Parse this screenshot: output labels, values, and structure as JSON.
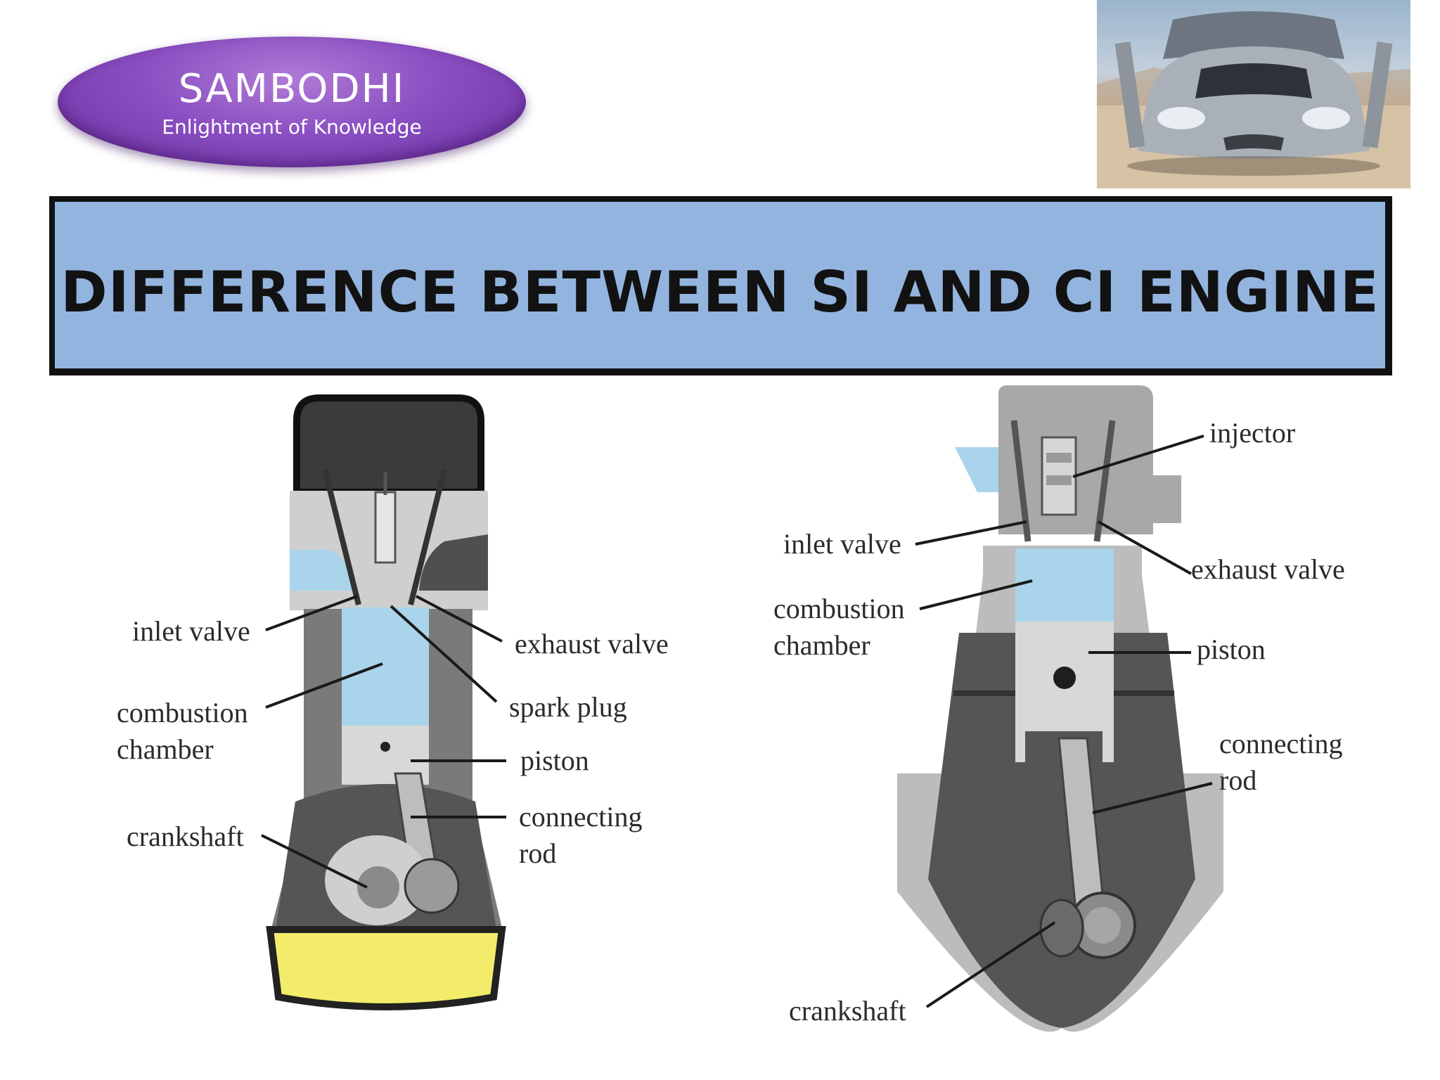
{
  "logo": {
    "title": "SAMBODHI",
    "subtitle": "Enlightment of Knowledge",
    "colors": {
      "fill": "#8a4fc2",
      "text": "#ffffff"
    }
  },
  "photo": {
    "subject": "silver sports car front view, doors open",
    "icon": "car-photo"
  },
  "banner": {
    "title": "DIFFERENCE BETWEEN SI AND CI ENGINE",
    "background": "#93b4df"
  },
  "si_engine": {
    "labels": {
      "inlet_valve": "inlet valve",
      "exhaust_valve": "exhaust valve",
      "combustion_1": "combustion",
      "combustion_2": "chamber",
      "spark_plug": "spark plug",
      "piston": "piston",
      "connecting_1": "connecting",
      "connecting_2": "rod",
      "crankshaft": "crankshaft"
    }
  },
  "ci_engine": {
    "labels": {
      "injector": "injector",
      "inlet_valve": "inlet valve",
      "exhaust_valve": "exhaust valve",
      "combustion_1": "combustion",
      "combustion_2": "chamber",
      "piston": "piston",
      "connecting_1": "connecting",
      "connecting_2": "rod",
      "crankshaft": "crankshaft"
    }
  },
  "colors": {
    "chamber": "#a9d4ec",
    "head": "#cfcfcf",
    "block": "#7a7a7a",
    "crankcase": "#555555",
    "oil": "#f2ec6a",
    "leader": "#1a1a1a"
  }
}
